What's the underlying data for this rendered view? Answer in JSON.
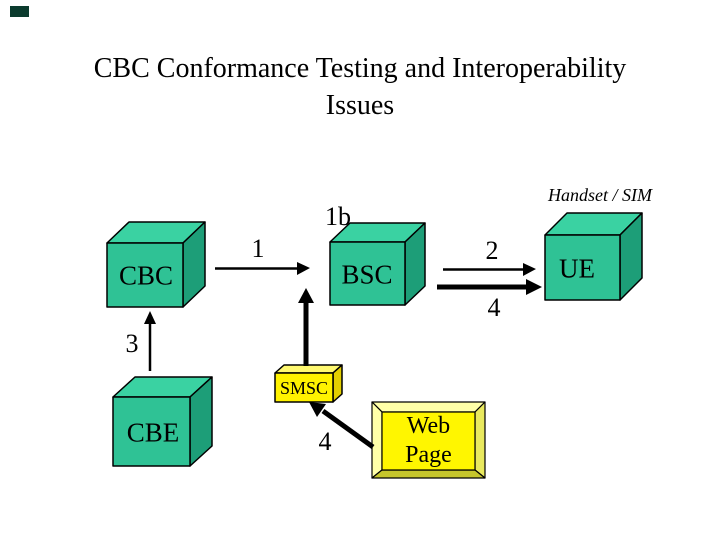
{
  "title": {
    "line1": "CBC Conformance Testing and Interoperability",
    "line2": "Issues"
  },
  "labels": {
    "handset_sim": "Handset / SIM"
  },
  "nodes": {
    "cbc": {
      "label": "CBC"
    },
    "bsc": {
      "label": "BSC"
    },
    "ue": {
      "label": "UE"
    },
    "cbe": {
      "label": "CBE"
    },
    "smsc": {
      "label": "SMSC"
    },
    "web_page": {
      "line1": "Web",
      "line2": "Page"
    }
  },
  "edges": {
    "cbc_to_bsc": {
      "label": "1"
    },
    "bsc_air_interface": {
      "label": "1b"
    },
    "bsc_to_ue_upper": {
      "label": "2"
    },
    "cbe_to_cbc": {
      "label": "3"
    },
    "bsc_to_ue_lower": {
      "label": "4"
    },
    "webpage_to_smsc": {
      "label": "4"
    }
  },
  "colors": {
    "background": "#ffffff",
    "text": "#000000",
    "outline": "#000000",
    "arrow": "#000000",
    "cube_front": "#2fc295",
    "cube_top": "#3ad2a2",
    "cube_side": "#1d9e78",
    "yellow_front": "#fff200",
    "yellow_top": "#fff970",
    "yellow_side": "#e3cf00",
    "webpage_inner": "#fff600",
    "bevel_light": "#ffffa8",
    "bevel_mid": "#e9e95e",
    "bevel_dark": "#c6c62c",
    "corner_mark": "#0b3b2e"
  }
}
